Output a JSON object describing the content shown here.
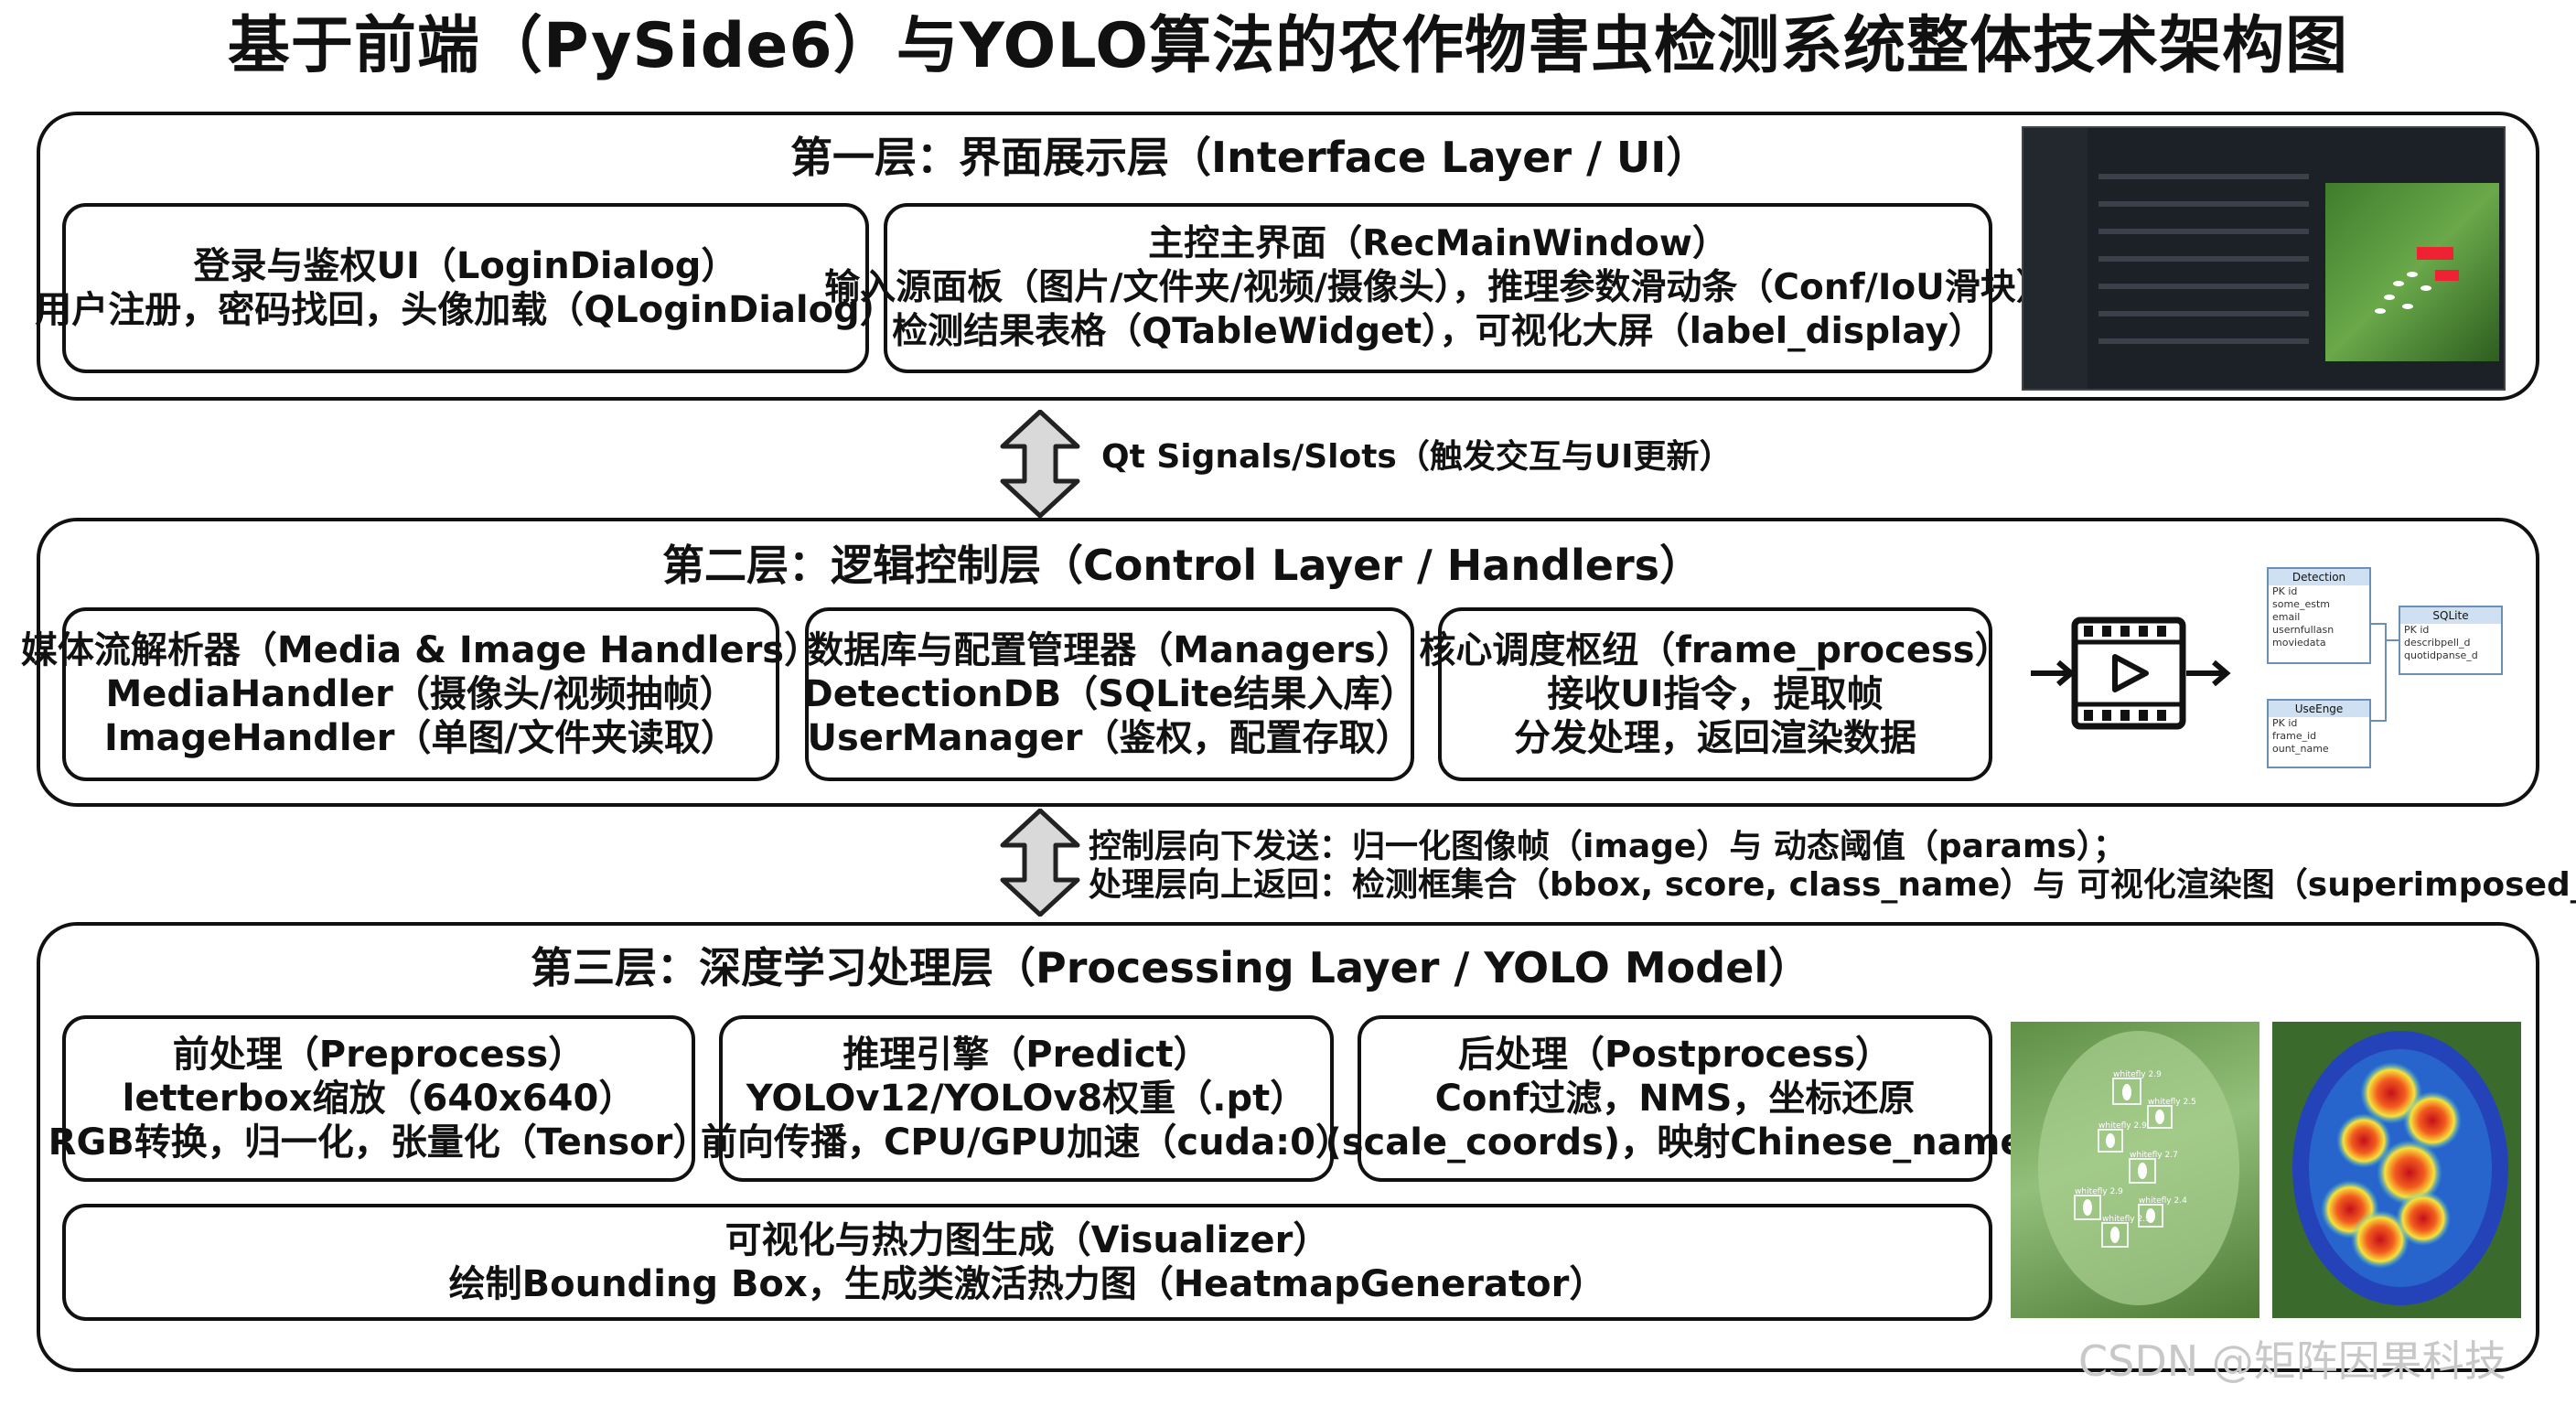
{
  "title": "基于前端（PySide6）与YOLO算法的农作物害虫检测系统整体技术架构图",
  "layer1": {
    "title": "第一层：界面展示层（Interface Layer / UI）",
    "boxes": [
      {
        "lines": [
          "登录与鉴权UI（LoginDialog）",
          "用户注册，密码找回，头像加载（QLoginDialog）"
        ]
      },
      {
        "lines": [
          "主控主界面（RecMainWindow）",
          "输入源面板（图片/文件夹/视频/摄像头），推理参数滑动条（Conf/IoU滑块）",
          "检测结果表格（QTableWidget），可视化大屏（label_display）"
        ]
      }
    ]
  },
  "connector1": {
    "text": "Qt Signals/Slots（触发交互与UI更新）"
  },
  "layer2": {
    "title": "第二层：逻辑控制层（Control Layer / Handlers）",
    "boxes": [
      {
        "lines": [
          "媒体流解析器（Media & Image Handlers）",
          "MediaHandler（摄像头/视频抽帧）",
          "ImageHandler（单图/文件夹读取）"
        ]
      },
      {
        "lines": [
          "数据库与配置管理器（Managers）",
          "DetectionDB（SQLite结果入库）",
          "UserManager（鉴权，配置存取）"
        ]
      },
      {
        "lines": [
          "核心调度枢纽（frame_process）",
          "接收UI指令，提取帧",
          "分发处理，返回渲染数据"
        ]
      }
    ],
    "db_schema": {
      "tables": [
        {
          "name": "Detection",
          "rows": [
            "PK  id",
            "some_estm",
            "email",
            "usernfullasn",
            "moviedata"
          ]
        },
        {
          "name": "SQLite",
          "rows": [
            "PK  id",
            "describpell_d",
            "quotidpanse_d"
          ]
        },
        {
          "name": "UseEnge",
          "rows": [
            "PK  id",
            "frame_id",
            "ount_name"
          ]
        }
      ]
    }
  },
  "connector2": {
    "lines": [
      "控制层向下发送：归一化图像帧（image）与 动态阈值（params）；",
      "处理层向上返回：检测框集合（bbox, score, class_name）与 可视化渲染图（superimposed_img）"
    ]
  },
  "layer3": {
    "title": "第三层：深度学习处理层（Processing Layer / YOLO Model）",
    "boxes": [
      {
        "lines": [
          "前处理（Preprocess）",
          "letterbox缩放（640x640）",
          "RGB转换，归一化，张量化（Tensor）"
        ]
      },
      {
        "lines": [
          "推理引擎（Predict）",
          "YOLOv12/YOLOv8权重（.pt）",
          "前向传播，CPU/GPU加速（cuda:0）"
        ]
      },
      {
        "lines": [
          "后处理（Postprocess）",
          "Conf过滤，NMS，坐标还原",
          "(scale_coords)，映射Chinese_name"
        ]
      },
      {
        "lines": [
          "可视化与热力图生成（Visualizer）",
          "绘制Bounding Box，生成类激活热力图（HeatmapGenerator）"
        ]
      }
    ],
    "detection_labels": [
      "whitefly 2.9",
      "whitefly 2.5",
      "whitefly 2.9",
      "whitefly 2.7",
      "whitefly 2.9",
      "whitefly 2.9",
      "whitefly 2.4"
    ]
  },
  "watermark": "CSDN @矩阵因果科技",
  "colors": {
    "border": "#111111",
    "arrow_fill": "#d9d9d9",
    "heat_bg": "#1f3fb8",
    "heat_hot": "#e31a1c"
  }
}
